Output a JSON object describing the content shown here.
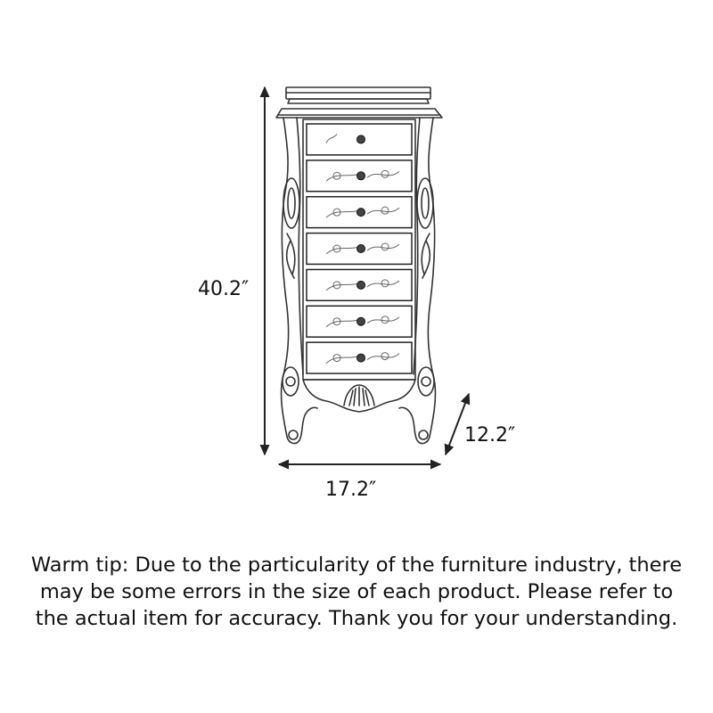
{
  "dimensions": {
    "height": "40.2″",
    "width": "17.2″",
    "depth": "12.2″"
  },
  "tip": {
    "lines": [
      "Warm tip: Due to the particularity of the furniture industry, there",
      "may be some errors in the size of each product. Please refer to",
      "the actual item for accuracy. Thank you for your understanding."
    ]
  },
  "product": {
    "drawer_count": 7
  },
  "colors": {
    "ink": "#222222",
    "background": "#ffffff"
  }
}
